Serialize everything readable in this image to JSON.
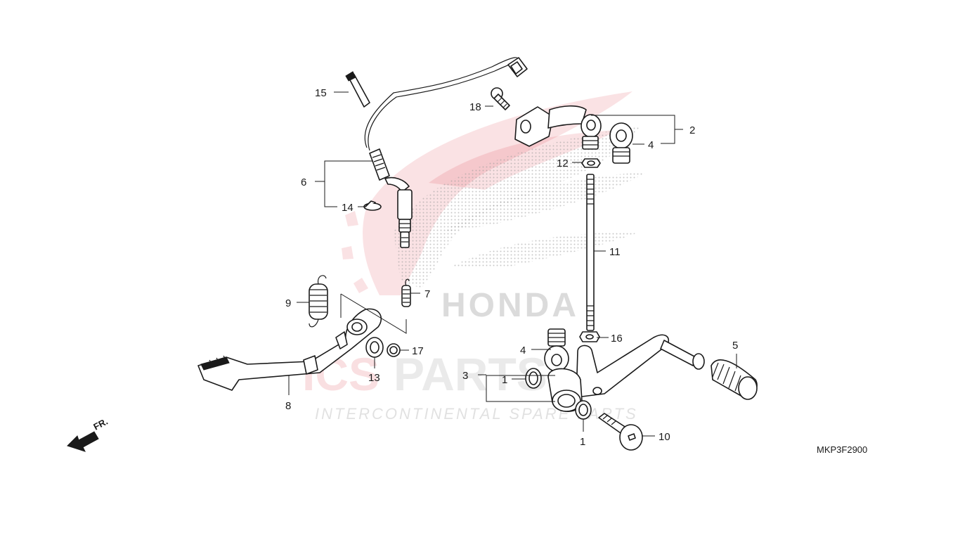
{
  "diagram_code": "MKP3F2900",
  "front_indicator": "FR.",
  "watermark": {
    "brand": "HONDA",
    "logo_part1": "ICS",
    "logo_part2": "PARTS",
    "tagline": "INTERCONTINENTAL SPARE PARTS"
  },
  "callouts": {
    "c1a": "1",
    "c1b": "1",
    "c2": "2",
    "c3": "3",
    "c4a": "4",
    "c4b": "4",
    "c5": "5",
    "c6": "6",
    "c7": "7",
    "c8": "8",
    "c9": "9",
    "c10": "10",
    "c11": "11",
    "c12": "12",
    "c13": "13",
    "c14": "14",
    "c15": "15",
    "c16": "16",
    "c17": "17",
    "c18": "18"
  },
  "colors": {
    "line": "#1a1a1a",
    "watermark_red": "#d9141e",
    "watermark_grey": "#b8b8b8"
  }
}
